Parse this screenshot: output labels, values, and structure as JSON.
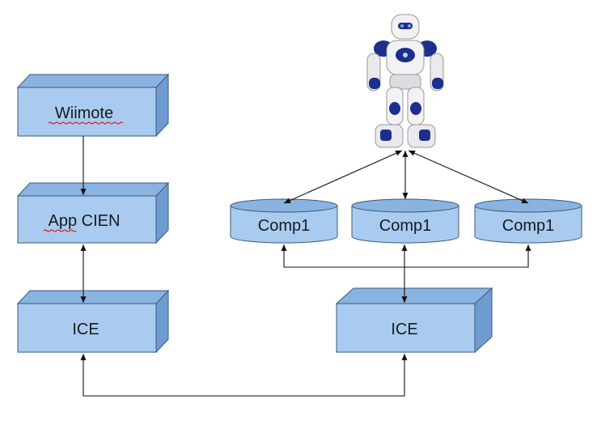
{
  "diagram": {
    "wiimote": "Wiimote",
    "app_cien": "App CIEN",
    "ice_left": "ICE",
    "ice_right": "ICE",
    "comp_left": "Comp1",
    "comp_middle": "Comp1",
    "comp_right": "Comp1"
  },
  "colors": {
    "box_face": "#a9cbf0",
    "box_top": "#89b3e0",
    "box_side": "#6f9cd0",
    "stroke": "#3d5a7a",
    "connector": "#111111"
  },
  "icons": {
    "robot": "humanoid-robot-icon"
  }
}
